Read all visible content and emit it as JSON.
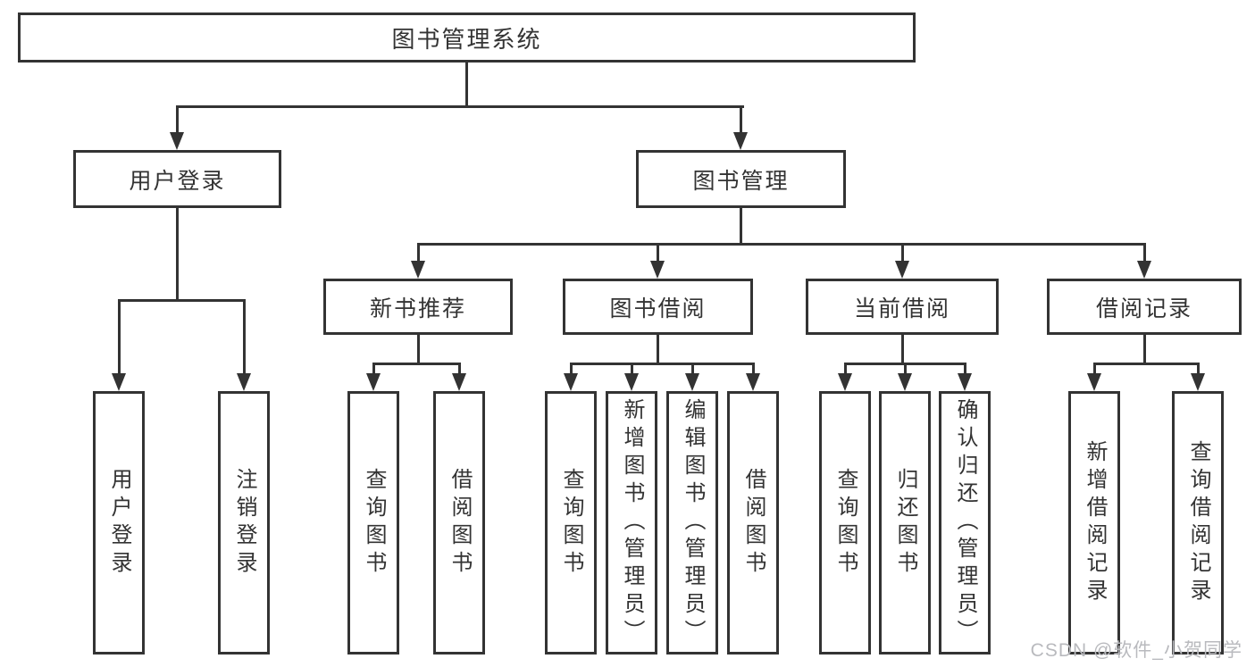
{
  "tree": {
    "root": {
      "label": "图书管理系统"
    },
    "branches": [
      {
        "label": "用户登录",
        "children": [
          {
            "label": "用户登录"
          },
          {
            "label": "注销登录"
          }
        ]
      },
      {
        "label": "图书管理",
        "children": [
          {
            "label": "新书推荐",
            "children": [
              {
                "label": "查询图书"
              },
              {
                "label": "借阅图书"
              }
            ]
          },
          {
            "label": "图书借阅",
            "children": [
              {
                "label": "查询图书"
              },
              {
                "label": "新增图书（管理员）"
              },
              {
                "label": "编辑图书（管理员）"
              },
              {
                "label": "借阅图书"
              }
            ]
          },
          {
            "label": "当前借阅",
            "children": [
              {
                "label": "查询图书"
              },
              {
                "label": "归还图书"
              },
              {
                "label": "确认归还（管理员）"
              }
            ]
          },
          {
            "label": "借阅记录",
            "children": [
              {
                "label": "新增借阅记录"
              },
              {
                "label": "查询借阅记录"
              }
            ]
          }
        ]
      }
    ]
  },
  "watermark": "CSDN @软件_小贺同学",
  "colors": {
    "line": "#333333",
    "text": "#333333",
    "box_background": "#ffffff",
    "page_background": "#ffffff",
    "watermark": "#b9babe"
  }
}
